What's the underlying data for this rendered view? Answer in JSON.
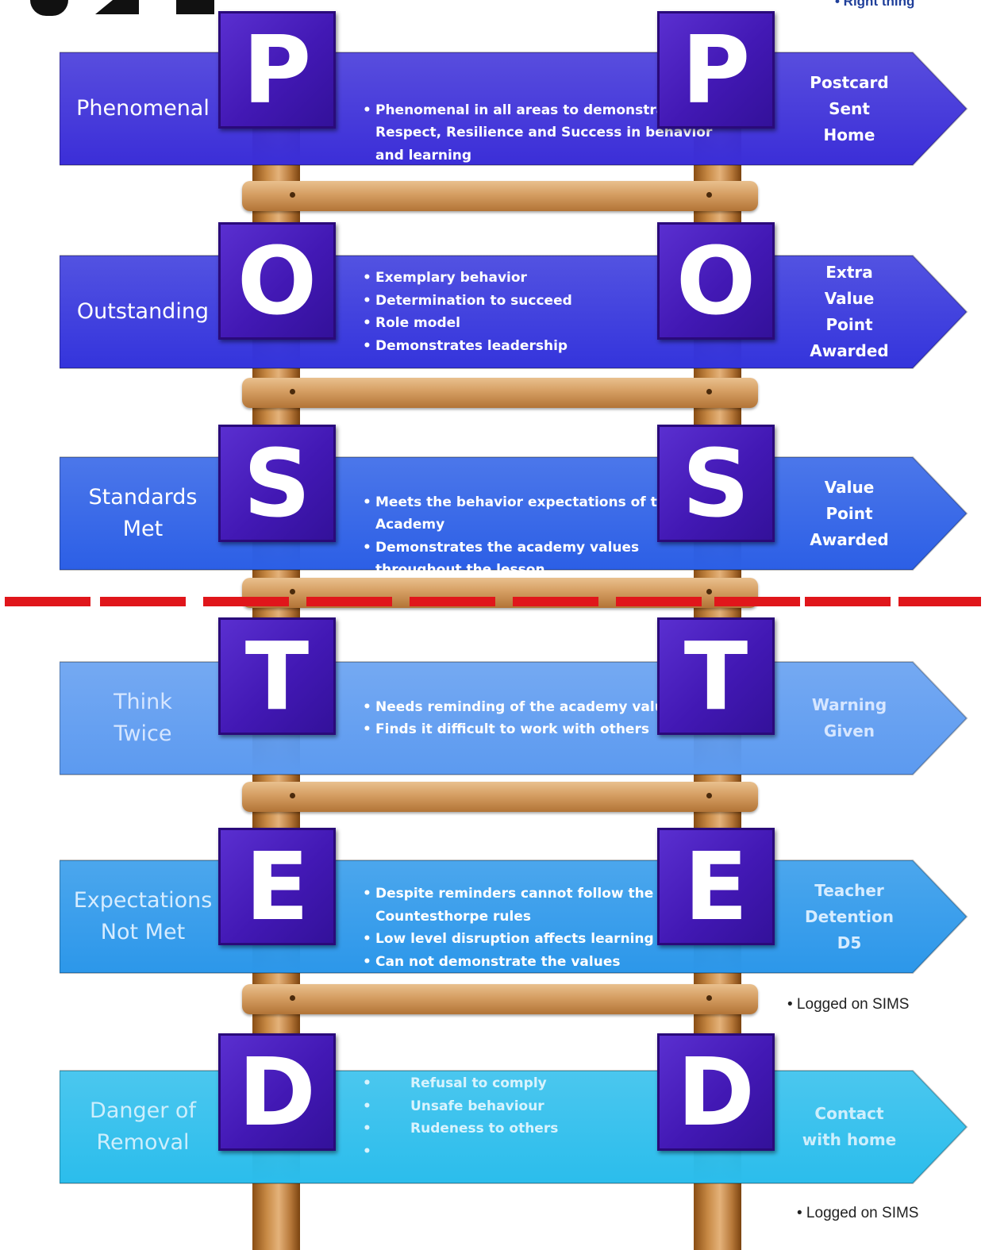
{
  "top_right_text": "•   Right thing",
  "rows": [
    {
      "letter": "P",
      "label": "Phenomenal",
      "desc": [
        "Phenomenal in all areas to demonstrate Respect, Resilience and Success in behavior and learning"
      ],
      "outcome": "Postcard\nSent\nHome",
      "fill": "#3b2ed8",
      "label_color": "#ffffff",
      "outcome_color": "#ffffff"
    },
    {
      "letter": "O",
      "label": "Outstanding",
      "desc": [
        "Exemplary behavior",
        "Determination to succeed",
        "Role model",
        "Demonstrates leadership"
      ],
      "outcome": "Extra\nValue\nPoint\nAwarded",
      "fill": "#3434dc",
      "label_color": "#ffffff",
      "outcome_color": "#ffffff"
    },
    {
      "letter": "S",
      "label": "Standards\nMet",
      "desc": [
        "Meets the behavior expectations of the Academy",
        "Demonstrates the academy values throughout the lesson"
      ],
      "outcome": "Value\nPoint\nAwarded",
      "fill": "#2c5fe6",
      "label_color": "#ffffff",
      "outcome_color": "#ffffff"
    },
    {
      "letter": "T",
      "label": "Think\nTwice",
      "desc": [
        "Needs reminding of the academy values",
        "Finds it difficult to work with others"
      ],
      "outcome": "Warning\nGiven",
      "fill": "#5c9af0",
      "label_color": "#d6e6ff",
      "outcome_color": "#d6e6ff"
    },
    {
      "letter": "E",
      "label": "Expectations\nNot Met",
      "desc": [
        "Despite reminders cannot follow the Countesthorpe rules",
        "Low level disruption affects learning",
        "Can not demonstrate the values"
      ],
      "outcome": "Teacher\nDetention\nD5",
      "fill": "#2c97ea",
      "label_color": "#d6ecff",
      "outcome_color": "#d6ecff"
    },
    {
      "letter": "D",
      "label": "Danger of\nRemoval",
      "desc": [
        "",
        "Refusal to comply",
        "Unsafe behaviour",
        "Rudeness to others",
        ""
      ],
      "outcome": "Contact\nwith home",
      "fill": "#2bbdec",
      "label_color": "#cdeefc",
      "outcome_color": "#cdeefc"
    }
  ],
  "notes": [
    "• Logged on SIMS",
    "• Logged on SIMS"
  ]
}
